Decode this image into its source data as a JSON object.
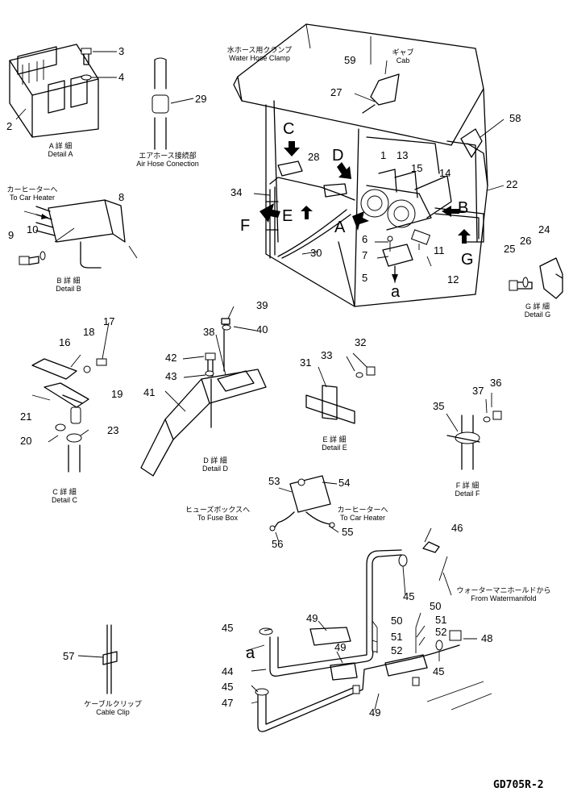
{
  "drawing_code": "GD705R-2",
  "callouts": [
    "1",
    "2",
    "3",
    "4",
    "5",
    "6",
    "7",
    "8",
    "9",
    "10",
    "11",
    "12",
    "13",
    "14",
    "15",
    "16",
    "17",
    "18",
    "19",
    "20",
    "21",
    "22",
    "23",
    "24",
    "25",
    "26",
    "27",
    "28",
    "29",
    "30",
    "31",
    "32",
    "33",
    "34",
    "35",
    "36",
    "37",
    "38",
    "39",
    "40",
    "41",
    "42",
    "43",
    "44",
    "45",
    "46",
    "47",
    "48",
    "49",
    "50",
    "51",
    "52",
    "53",
    "54",
    "55",
    "56",
    "57",
    "58",
    "59"
  ],
  "view_letters": [
    "A",
    "B",
    "C",
    "D",
    "E",
    "F",
    "G",
    "a"
  ],
  "labels": {
    "water_hose_clamp_jp": "水ホース用クランプ",
    "water_hose_clamp_en": "Water Hose Clamp",
    "cab_jp": "ギャブ",
    "cab_en": "Cab",
    "air_hose_jp": "エアホース接続部",
    "air_hose_en": "Air Hose Conection",
    "detail_a_jp": "A 詳 細",
    "detail_a_en": "Detail A",
    "detail_b_jp": "B 詳 細",
    "detail_b_en": "Detail B",
    "detail_c_jp": "C 詳 細",
    "detail_c_en": "Detail C",
    "detail_d_jp": "D 詳 細",
    "detail_d_en": "Detail D",
    "detail_e_jp": "E 詳 細",
    "detail_e_en": "Detail E",
    "detail_f_jp": "F 詳 細",
    "detail_f_en": "Detail F",
    "detail_g_jp": "G 詳 細",
    "detail_g_en": "Detail G",
    "to_car_heater_jp": "カーヒーターへ",
    "to_car_heater_en": "To Car Heater",
    "to_fuse_box_jp": "ヒューズボックスへ",
    "to_fuse_box_en": "To Fuse Box",
    "from_watermanifold_jp": "ウォーターマニホールドから",
    "from_watermanifold_en": "From Watermanifold",
    "cable_clip_jp": "ケーブルクリップ",
    "cable_clip_en": "Cable Clip"
  }
}
